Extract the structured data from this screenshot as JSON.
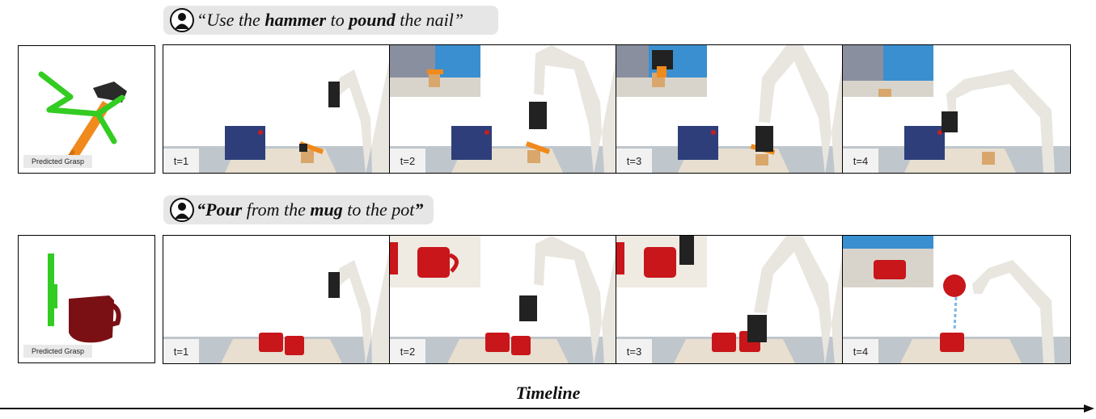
{
  "rows": [
    {
      "instruction_parts": [
        {
          "text": "“Use the ",
          "bold": false
        },
        {
          "text": "hammer",
          "bold": true
        },
        {
          "text": " to ",
          "bold": false
        },
        {
          "text": "pound",
          "bold": true
        },
        {
          "text": " the nail”",
          "bold": false
        }
      ],
      "grasp_label": "Predicted Grasp",
      "object": "hammer",
      "frames": [
        "t=1",
        "t=2",
        "t=3",
        "t=4"
      ]
    },
    {
      "instruction_parts": [
        {
          "text": "“",
          "bold": true
        },
        {
          "text": "Pour",
          "bold": true
        },
        {
          "text": " from the ",
          "bold": false
        },
        {
          "text": "mug",
          "bold": true
        },
        {
          "text": " to the pot",
          "bold": false
        },
        {
          "text": "”",
          "bold": true
        }
      ],
      "grasp_label": "Predicted Grasp",
      "object": "mug",
      "frames": [
        "t=1",
        "t=2",
        "t=3",
        "t=4"
      ]
    }
  ],
  "timeline_label": "Timeline",
  "colors": {
    "grasp_green": "#33cc22",
    "hammer_orange": "#f08a1c",
    "mug_red": "#c8161b",
    "robot_white": "#e9e6e0",
    "fixture_blue": "#2e3e7a",
    "sky_blue": "#3a8fd0"
  }
}
